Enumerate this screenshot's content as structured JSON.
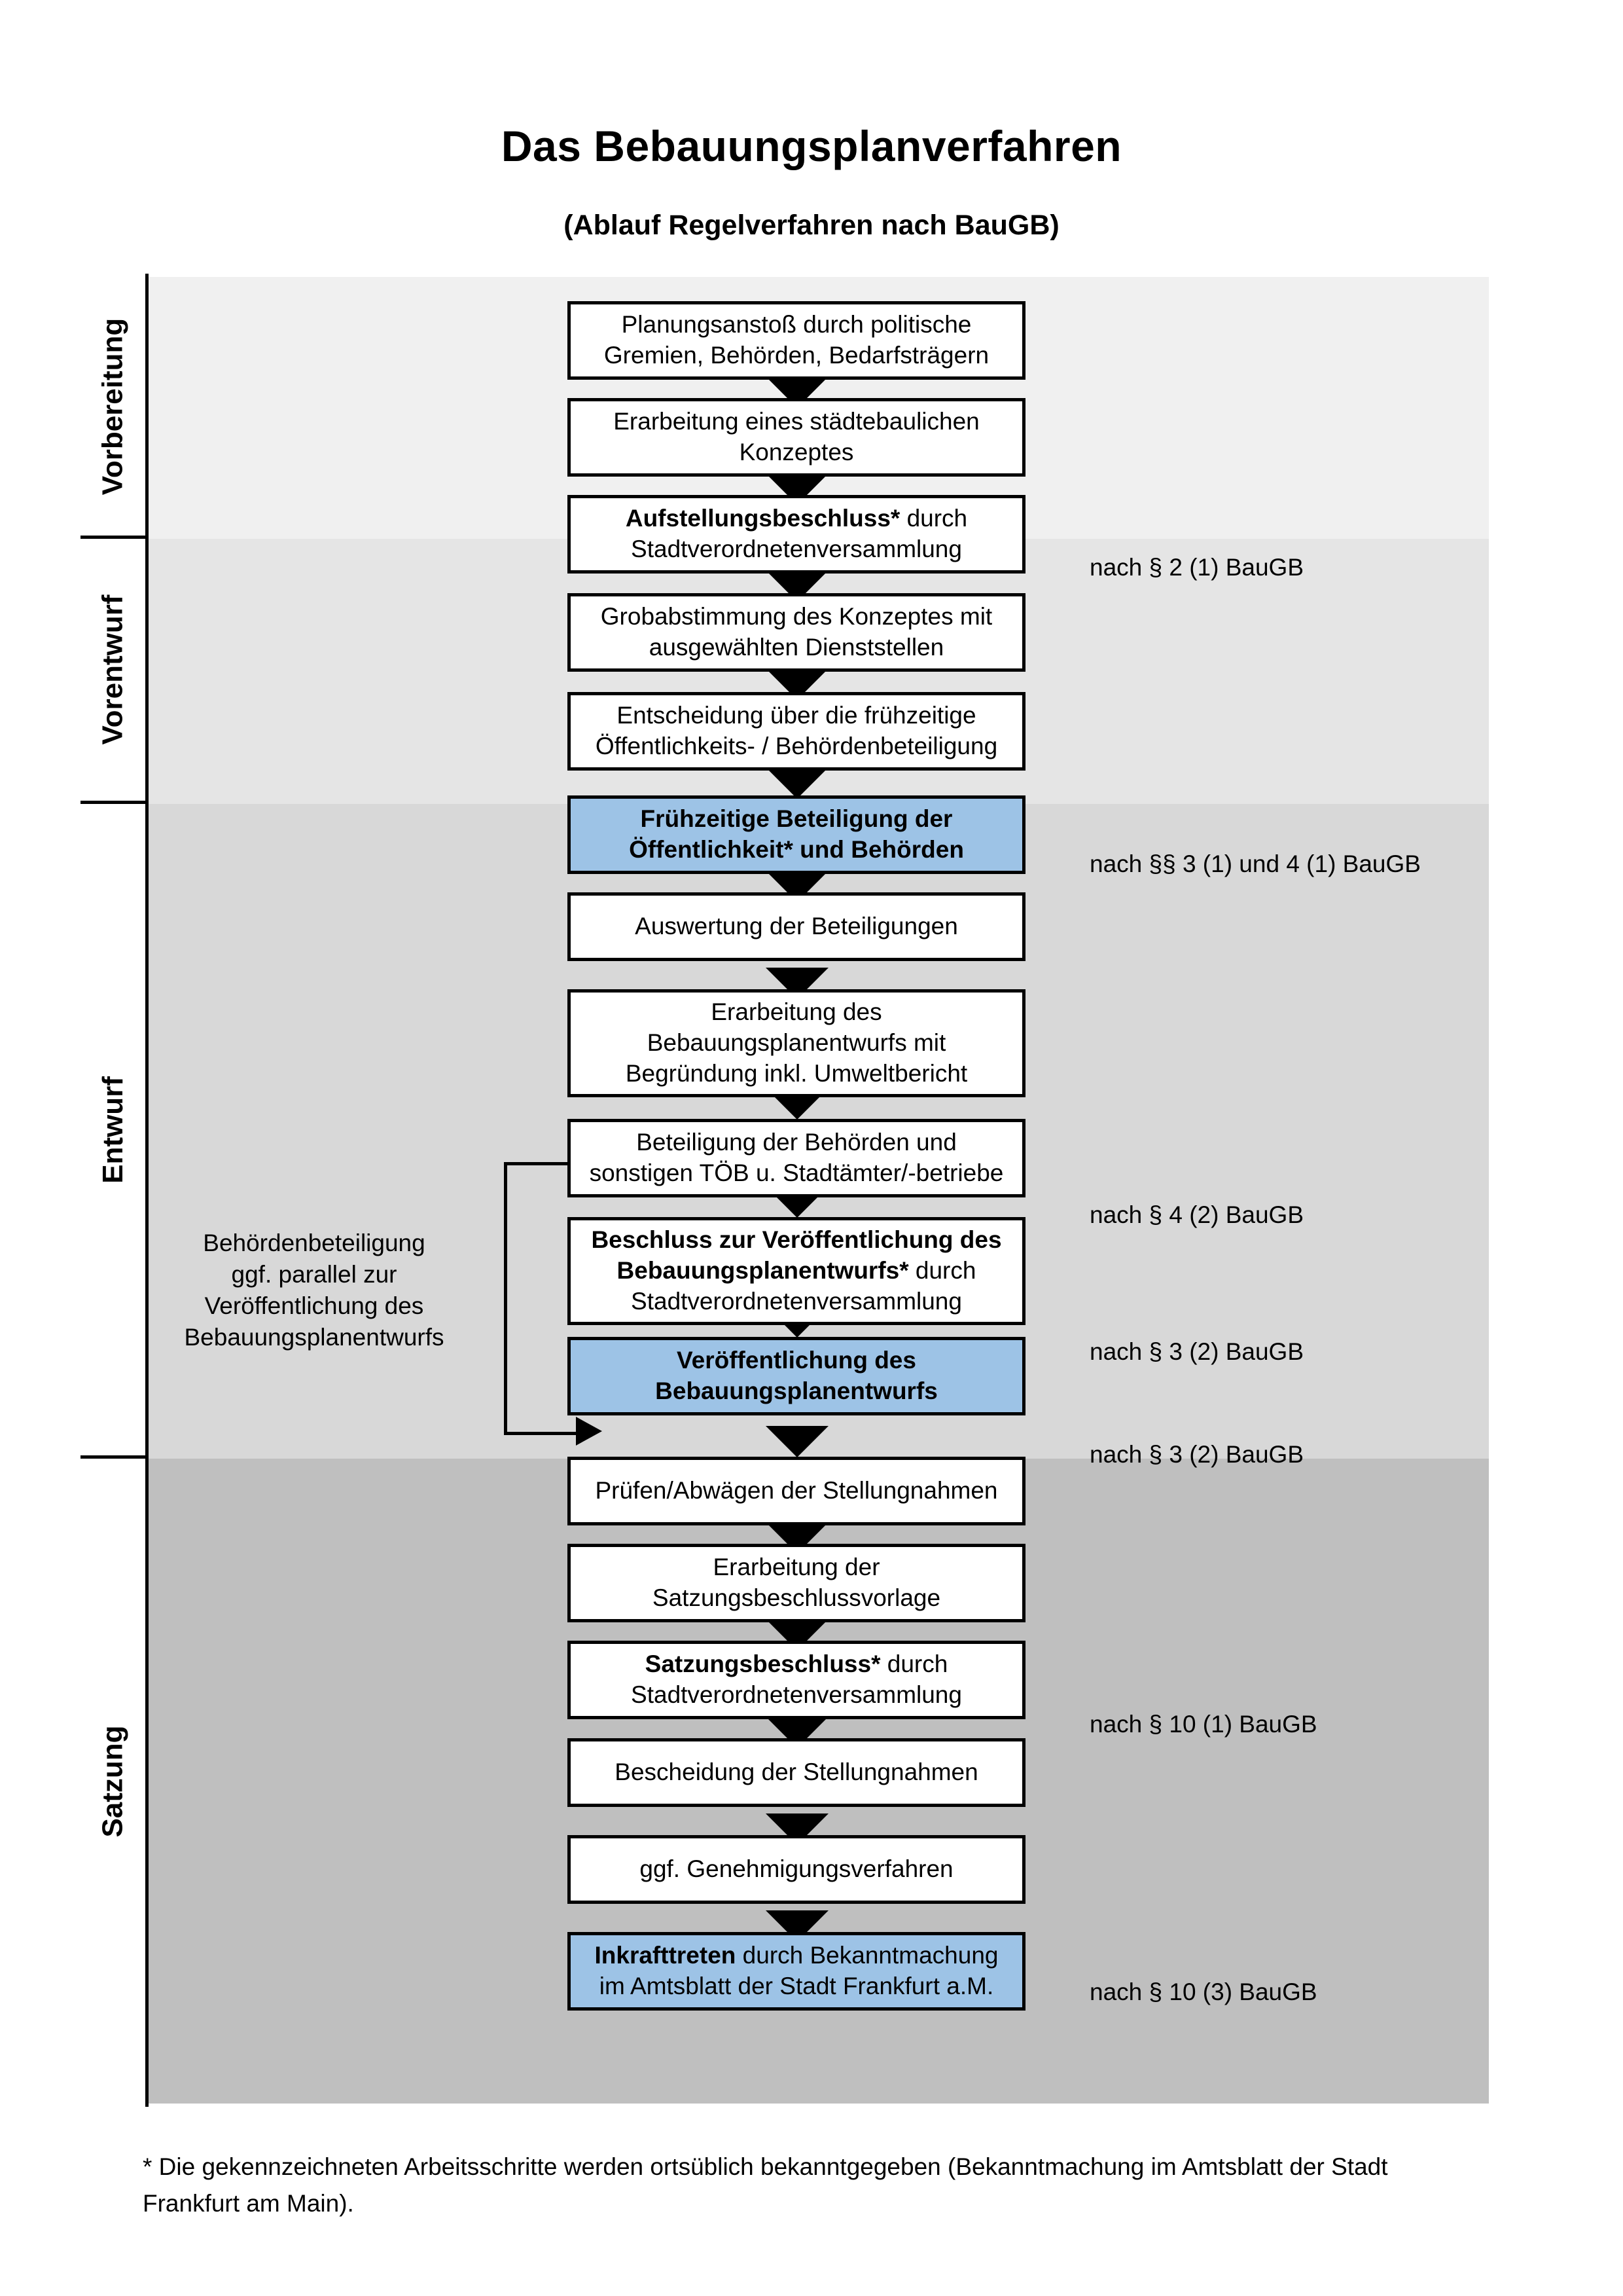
{
  "document": {
    "title": "Das Bebauungsplanverfahren",
    "subtitle": "(Ablauf Regelverfahren nach BauGB)",
    "footnote": "* Die gekennzeichneten Arbeitsschritte werden ortsüblich bekanntgegeben (Bekanntmachung im Amtsblatt  der Stadt Frankfurt am Main)."
  },
  "colors": {
    "highlight_blue": "#9dc3e6",
    "band_vorbereitung": "#f0f0f0",
    "band_vorentwurf": "#e5e5e5",
    "band_entwurf": "#d8d8d8",
    "band_satzung": "#bfbfbf",
    "border": "#000000"
  },
  "phases": [
    {
      "label": "Vorbereitung"
    },
    {
      "label": "Vorentwurf"
    },
    {
      "label": "Entwurf"
    },
    {
      "label": "Satzung"
    }
  ],
  "steps": [
    {
      "id": "planungsanstoss",
      "line1": "Planungsanstoß durch politische",
      "line2": "Gremien, Behörden, Bedarfsträgern",
      "highlight": false
    },
    {
      "id": "staedtebauliches-konzept",
      "line1": "Erarbeitung eines städtebaulichen",
      "line2": "Konzeptes",
      "highlight": false
    },
    {
      "id": "aufstellungsbeschluss",
      "bold1": "Aufstellungsbeschluss*",
      "rest1": " durch",
      "line2": "Stadtverordnetenversammlung",
      "highlight": false
    },
    {
      "id": "grobabstimmung",
      "line1": "Grobabstimmung des Konzeptes mit",
      "line2": "ausgewählten Dienststellen",
      "highlight": false
    },
    {
      "id": "entscheidung-fruehzeitige",
      "line1": "Entscheidung über die frühzeitige",
      "line2": "Öffentlichkeits- / Behördenbeteiligung",
      "highlight": false
    },
    {
      "id": "fruehzeitige-beteiligung",
      "bold1": "Frühzeitige Beteiligung der",
      "bold2": "Öffentlichkeit* und Behörden",
      "highlight": true
    },
    {
      "id": "auswertung-beteiligungen",
      "line1": "Auswertung der Beteiligungen",
      "highlight": false
    },
    {
      "id": "erarbeitung-bplan-entwurf",
      "line1": "Erarbeitung des",
      "line2": "Bebauungsplanentwurfs mit",
      "line3": "Begründung inkl. Umweltbericht",
      "highlight": false
    },
    {
      "id": "beteiligung-behoerden-toeb",
      "line1": "Beteiligung der Behörden und",
      "line2": "sonstigen TÖB u. Stadtämter/-betriebe",
      "highlight": false
    },
    {
      "id": "beschluss-veroeffentlichung",
      "bold1": "Beschluss zur Veröffentlichung des",
      "bold2": "Bebauungsplanentwurfs*",
      "rest2": " durch",
      "line3": "Stadtverordnetenversammlung",
      "highlight": false
    },
    {
      "id": "veroeffentlichung-bplan",
      "bold1": "Veröffentlichung des",
      "bold2": "Bebauungsplanentwurfs",
      "highlight": true
    },
    {
      "id": "pruefen-abwaegen",
      "line1": "Prüfen/Abwägen der Stellungnahmen",
      "highlight": false
    },
    {
      "id": "erarbeitung-satzungsvorlage",
      "line1": "Erarbeitung der",
      "line2": "Satzungsbeschlussvorlage",
      "highlight": false
    },
    {
      "id": "satzungsbeschluss",
      "bold1": "Satzungsbeschluss*",
      "rest1": " durch",
      "line2": "Stadtverordnetenversammlung",
      "highlight": false
    },
    {
      "id": "bescheidung-stellungnahmen",
      "line1": "Bescheidung der Stellungnahmen",
      "highlight": false
    },
    {
      "id": "genehmigungsverfahren",
      "line1": "ggf. Genehmigungsverfahren",
      "highlight": false
    },
    {
      "id": "inkrafttreten",
      "bold1": "Inkrafttreten",
      "rest1": " durch Bekanntmachung",
      "line2": "im Amtsblatt der Stadt Frankfurt a.M.",
      "highlight": true
    }
  ],
  "legal_notes": [
    {
      "id": "note-par2-1",
      "text": "nach § 2 (1) BauGB"
    },
    {
      "id": "note-par3-1-4-1",
      "text": "nach §§ 3 (1) und 4 (1) BauGB"
    },
    {
      "id": "note-par4-2",
      "text": "nach § 4 (2) BauGB"
    },
    {
      "id": "note-par3-2-a",
      "text": "nach § 3 (2) BauGB"
    },
    {
      "id": "note-par3-2-b",
      "text": "nach § 3 (2) BauGB"
    },
    {
      "id": "note-par10-1",
      "text": "nach § 10 (1) BauGB"
    },
    {
      "id": "note-par10-3",
      "text": "nach § 10 (3) BauGB"
    }
  ],
  "side_note": {
    "line1": "Behördenbeteiligung",
    "line2": "ggf. parallel zur",
    "line3": "Veröffentlichung des",
    "line4": "Bebauungsplanentwurfs"
  }
}
